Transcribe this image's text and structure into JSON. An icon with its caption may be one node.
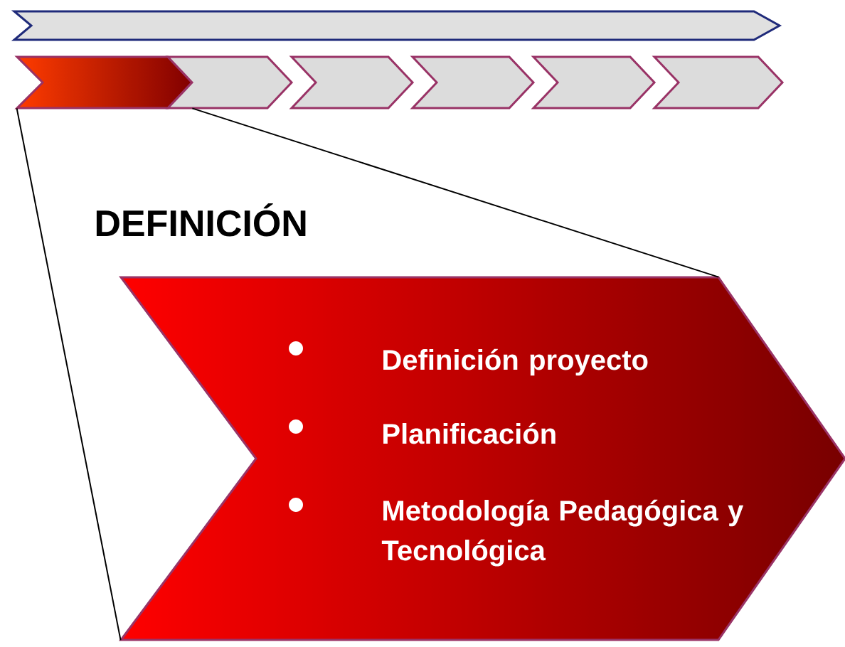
{
  "diagram": {
    "title": "DEFINICIÓN",
    "nodes": [
      {
        "text": [],
        "shape": "chevron"
      },
      {
        "text": [],
        "shape": "chevron"
      },
      {
        "text": [],
        "shape": "chevron"
      },
      {
        "text": [],
        "shape": "chevron"
      },
      {
        "text": [],
        "shape": "chevron"
      },
      {
        "text": [],
        "shape": "chevron"
      },
      {
        "text": [],
        "shape": "chevron"
      },
      {
        "text": [
          "Definición proyecto",
          "Planificación",
          "Metodología Pedagógica y Tecnológica"
        ]
      }
    ],
    "edges": [
      {
        "from": 1,
        "to": 7,
        "arrow": "none"
      },
      {
        "from": 1,
        "to": 7,
        "arrow": "none"
      }
    ]
  }
}
